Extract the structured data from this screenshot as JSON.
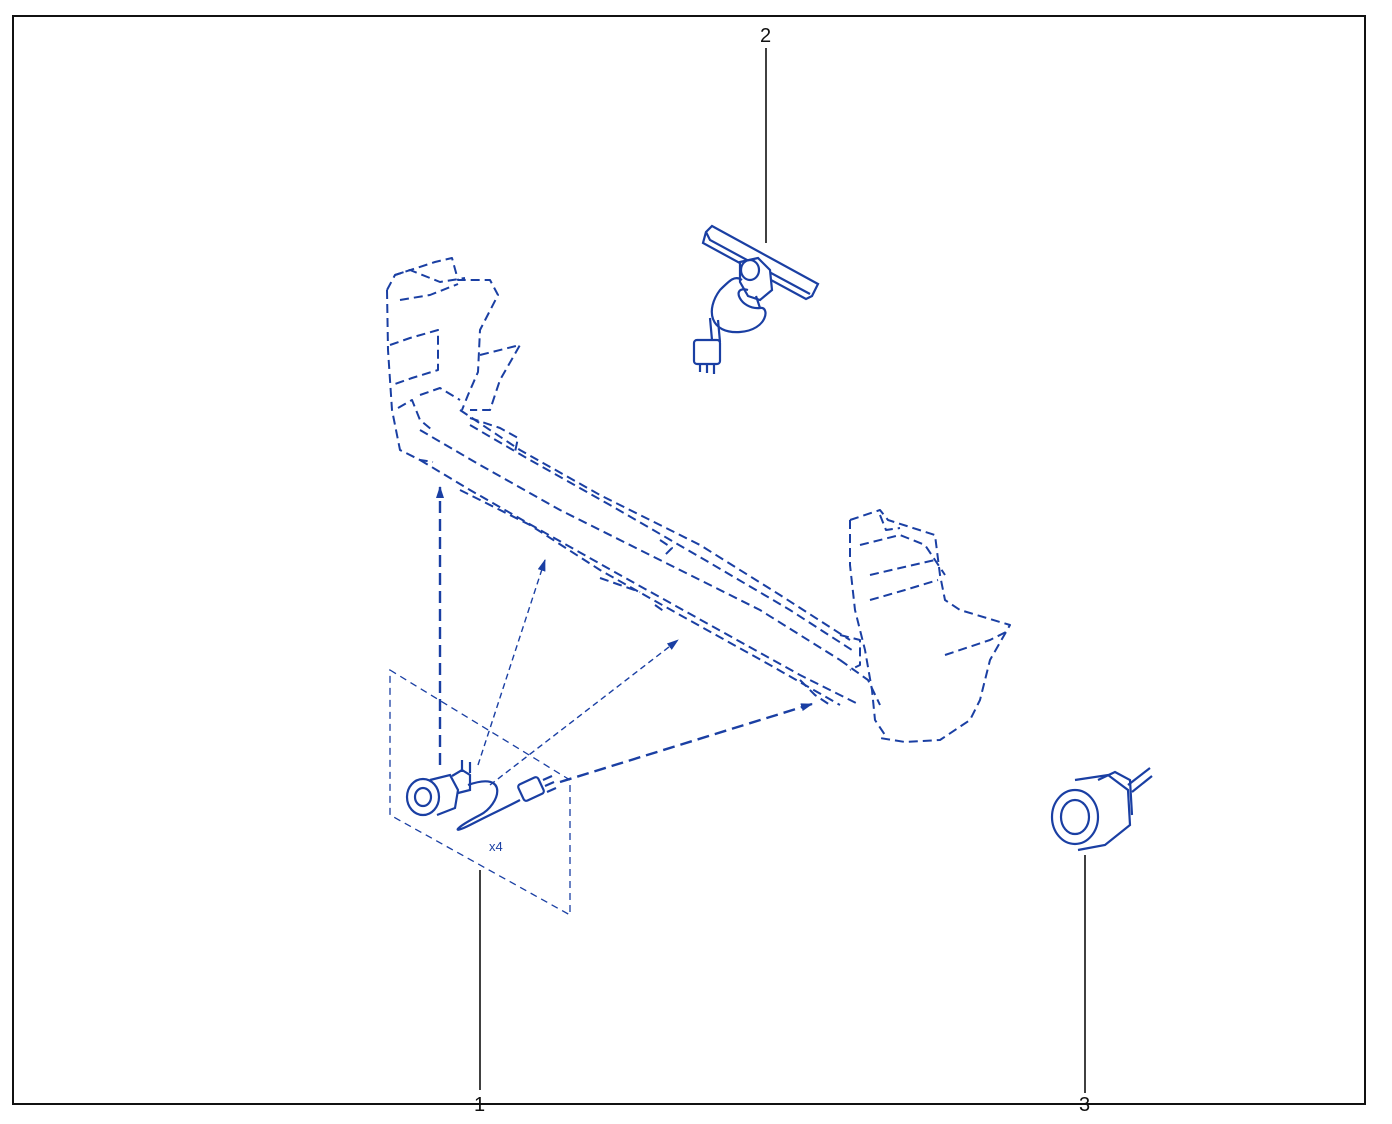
{
  "colors": {
    "line": "#1a3fa3",
    "leader": "#111111",
    "frame": "#111111"
  },
  "callouts": [
    {
      "label": "1",
      "part": "sensor"
    },
    {
      "label": "2",
      "part": "module"
    },
    {
      "label": "3",
      "part": "sensor-cap"
    }
  ],
  "quantity_label": "x4"
}
